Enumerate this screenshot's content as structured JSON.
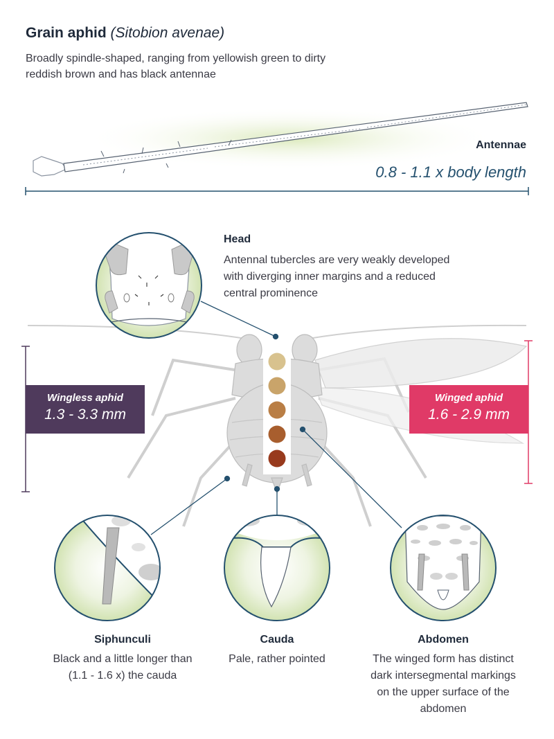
{
  "header": {
    "title": "Grain aphid",
    "scientific_name": "(Sitobion avenae)",
    "description": "Broadly spindle-shaped, ranging from yellowish green to dirty reddish brown and has black antennae"
  },
  "antennae": {
    "label": "Antennae",
    "ratio": "0.8 - 1.1 x body length"
  },
  "head": {
    "label": "Head",
    "description": "Antennal tubercles are very weakly developed with diverging inner margins and a reduced central prominence"
  },
  "forms": {
    "wingless": {
      "label": "Wingless aphid",
      "size": "1.3 - 3.3 mm",
      "color": "#4f3a5c"
    },
    "winged": {
      "label": "Winged aphid",
      "size": "1.6 - 2.9 mm",
      "color": "#e03a67"
    }
  },
  "colour_range": [
    "#d8c28e",
    "#c9a46a",
    "#b97e45",
    "#a85e2e",
    "#983a1d"
  ],
  "details": {
    "siphunculi": {
      "label": "Siphunculi",
      "description": "Black and a little longer than (1.1 - 1.6 x) the cauda"
    },
    "cauda": {
      "label": "Cauda",
      "description": "Pale, rather pointed"
    },
    "abdomen": {
      "label": "Abdomen",
      "description": "The winged form has distinct dark intersegmental markings on the upper surface of the abdomen"
    }
  },
  "palette": {
    "accent_dark": "#24506e",
    "circle_fill": "#e6efd6",
    "insect_grey": "#dcdcdc"
  }
}
